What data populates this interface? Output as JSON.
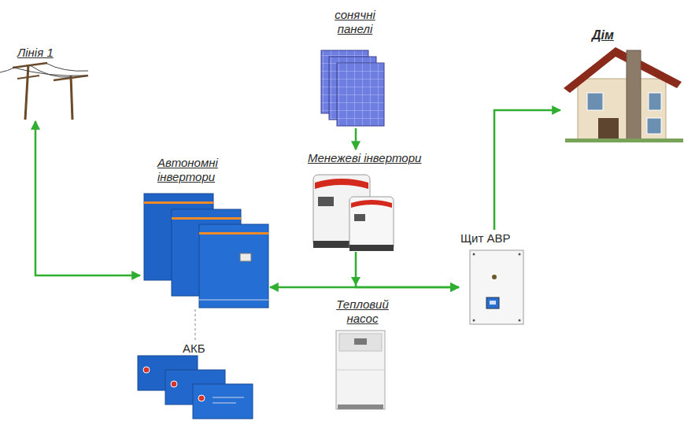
{
  "diagram": {
    "nodes": [
      {
        "text": [
          "Лінія 1"
        ]
      },
      {
        "text": [
          "сонячні панелі"
        ]
      },
      {
        "text": [
          "Дім"
        ]
      },
      {
        "text": [
          "Автономні інвертори"
        ]
      },
      {
        "text": [
          "Менежеві інвертори"
        ]
      },
      {
        "text": [
          "Щит АВР"
        ]
      },
      {
        "text": [
          "Тепловий насос"
        ]
      },
      {
        "text": [
          "АКБ"
        ]
      }
    ],
    "edges": [
      {
        "from": 3,
        "to": 0,
        "arrow": "both"
      },
      {
        "from": 1,
        "to": 4,
        "arrow": "to"
      },
      {
        "from": 3,
        "to": 5,
        "arrow": "both"
      },
      {
        "from": 4,
        "to": 5,
        "arrow": "to"
      },
      {
        "from": 5,
        "to": 2,
        "arrow": "to"
      },
      {
        "from": 7,
        "to": 3,
        "arrow": "none"
      }
    ]
  }
}
